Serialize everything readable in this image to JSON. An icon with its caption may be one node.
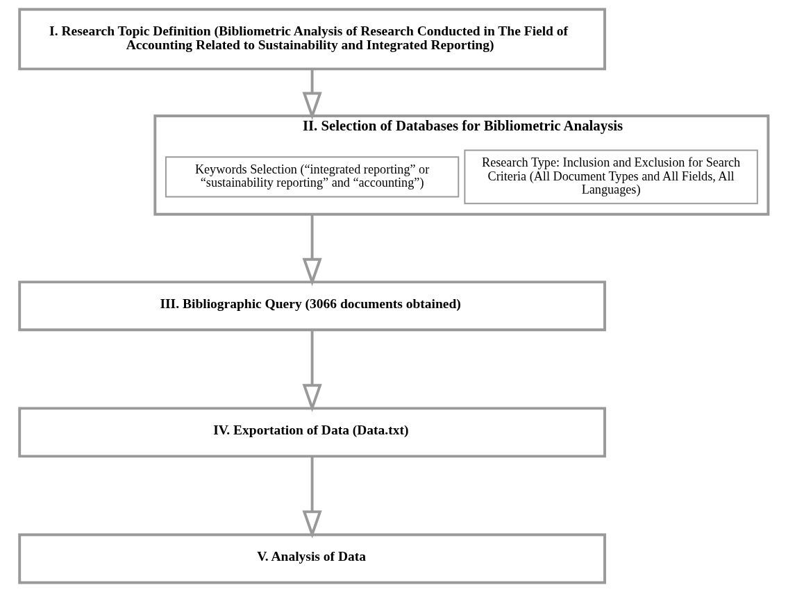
{
  "diagram": {
    "nodes": [
      {
        "text": [
          "I. Research Topic Definition (Bibliometric Analysis of Research Conducted in The Field of Accounting Related to Sustainability and Integrated Reporting)"
        ]
      },
      {
        "text": [
          "II. Selection of Databases for Bibliometric Analaysis"
        ]
      },
      {
        "text": [
          "Keywords Selection (“integrated reporting” or “sustainability reporting” and “accounting”)"
        ],
        "in": 1
      },
      {
        "text": [
          "Research Type: Inclusion and Exclusion for Search Criteria (All Document Types and All Fields, All Languages)"
        ],
        "in": 1
      },
      {
        "text": [
          "III. Bibliographic Query (3066 documents obtained)"
        ]
      },
      {
        "text": [
          "IV. Exportation of Data (Data.txt)"
        ]
      },
      {
        "text": [
          "V. Analysis of Data"
        ]
      }
    ],
    "edges": [
      {
        "from": 0,
        "to": 1,
        "arrow": "to"
      },
      {
        "from": 1,
        "to": 4,
        "arrow": "to"
      },
      {
        "from": 4,
        "to": 5,
        "arrow": "to"
      },
      {
        "from": 5,
        "to": 6,
        "arrow": "to"
      }
    ]
  }
}
